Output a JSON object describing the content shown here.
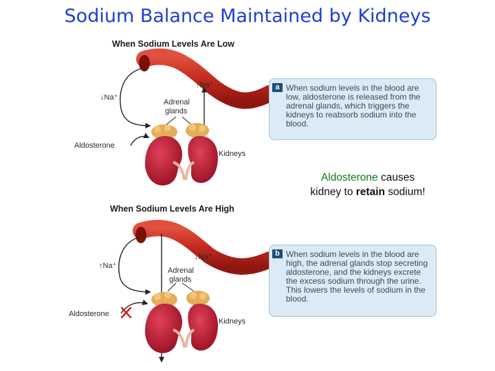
{
  "title": "Sodium Balance Maintained by Kidneys",
  "panel_low": {
    "heading": "When Sodium Levels Are Low",
    "na_in_vessel": "↑Na⁺",
    "na_side": "↓Na⁺",
    "adrenal_label": "Adrenal glands",
    "aldosterone_label": "Aldosterone",
    "kidneys_label": "Kidneys",
    "caption_tag": "a",
    "caption": "When sodium levels in the blood are low, aldosterone is released from the adrenal glands, which triggers the kidneys to reabsorb sodium into the blood."
  },
  "panel_high": {
    "heading": "When Sodium Levels Are High",
    "na_in_vessel": "↓Na⁺",
    "na_side": "↑Na⁺",
    "adrenal_label": "Adrenal glands",
    "aldosterone_label": "Aldosterone",
    "kidneys_label": "Kidneys",
    "caption_tag": "b",
    "caption": "When sodium levels in the blood are high, the adrenal glands stop secreting aldosterone, and the kidneys excrete the excess sodium through the urine. This lowers the levels of sodium in the blood."
  },
  "note": {
    "hormone": "Aldosterone",
    "text_1": " causes",
    "text_2": "kidney to ",
    "verb": "retain",
    "text_3": " sodium!"
  },
  "colors": {
    "title": "#1f3fd1",
    "vessel": "#c8291e",
    "kidney": "#b3182c",
    "adrenal": "#e3ad5a",
    "caption_bg": "#dbeaf5",
    "note_highlight": "#0d7a1b",
    "stop_mark": "#d11f1f"
  }
}
